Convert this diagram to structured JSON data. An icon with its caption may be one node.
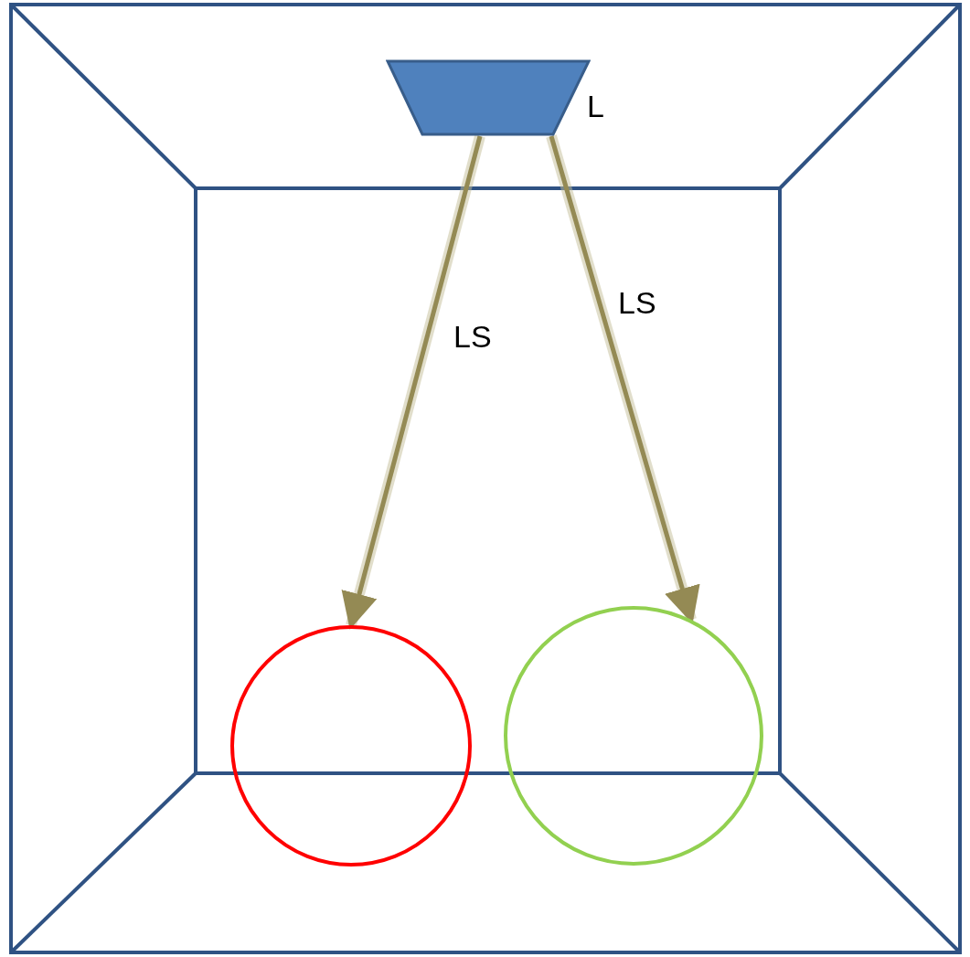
{
  "diagram": {
    "nodes": [
      {
        "text": [],
        "shape": "trapezoid",
        "beside": [
          "L"
        ]
      },
      {
        "text": [],
        "shape": "circle"
      },
      {
        "text": [],
        "shape": "circle"
      }
    ],
    "edges": [
      {
        "from": 0,
        "to": 1,
        "arrow": "to",
        "label": "LS"
      },
      {
        "from": 0,
        "to": 2,
        "arrow": "to",
        "label": "LS"
      }
    ]
  }
}
